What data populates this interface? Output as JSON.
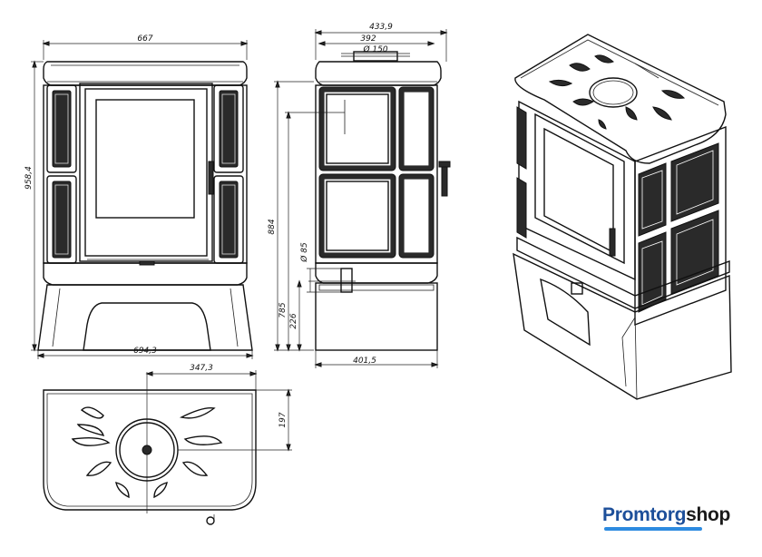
{
  "dimensions": {
    "front_width": "667",
    "front_base_width": "694,3",
    "overall_height": "958,4",
    "side_depth_top": "433,9",
    "side_depth_inner": "392",
    "flue_diameter": "Ø 150",
    "flue_height": "884",
    "air_inlet_diameter": "Ø 85",
    "air_inlet_height": "785",
    "inlet_low_height": "226",
    "side_base_depth": "401,5",
    "top_offset_x": "347,3",
    "top_offset_y": "197"
  },
  "branding": {
    "logo_part1": "Promtorg",
    "logo_part2": "shop",
    "accent_color": "#1d4f9a",
    "swoosh_color": "#2d8be0"
  }
}
